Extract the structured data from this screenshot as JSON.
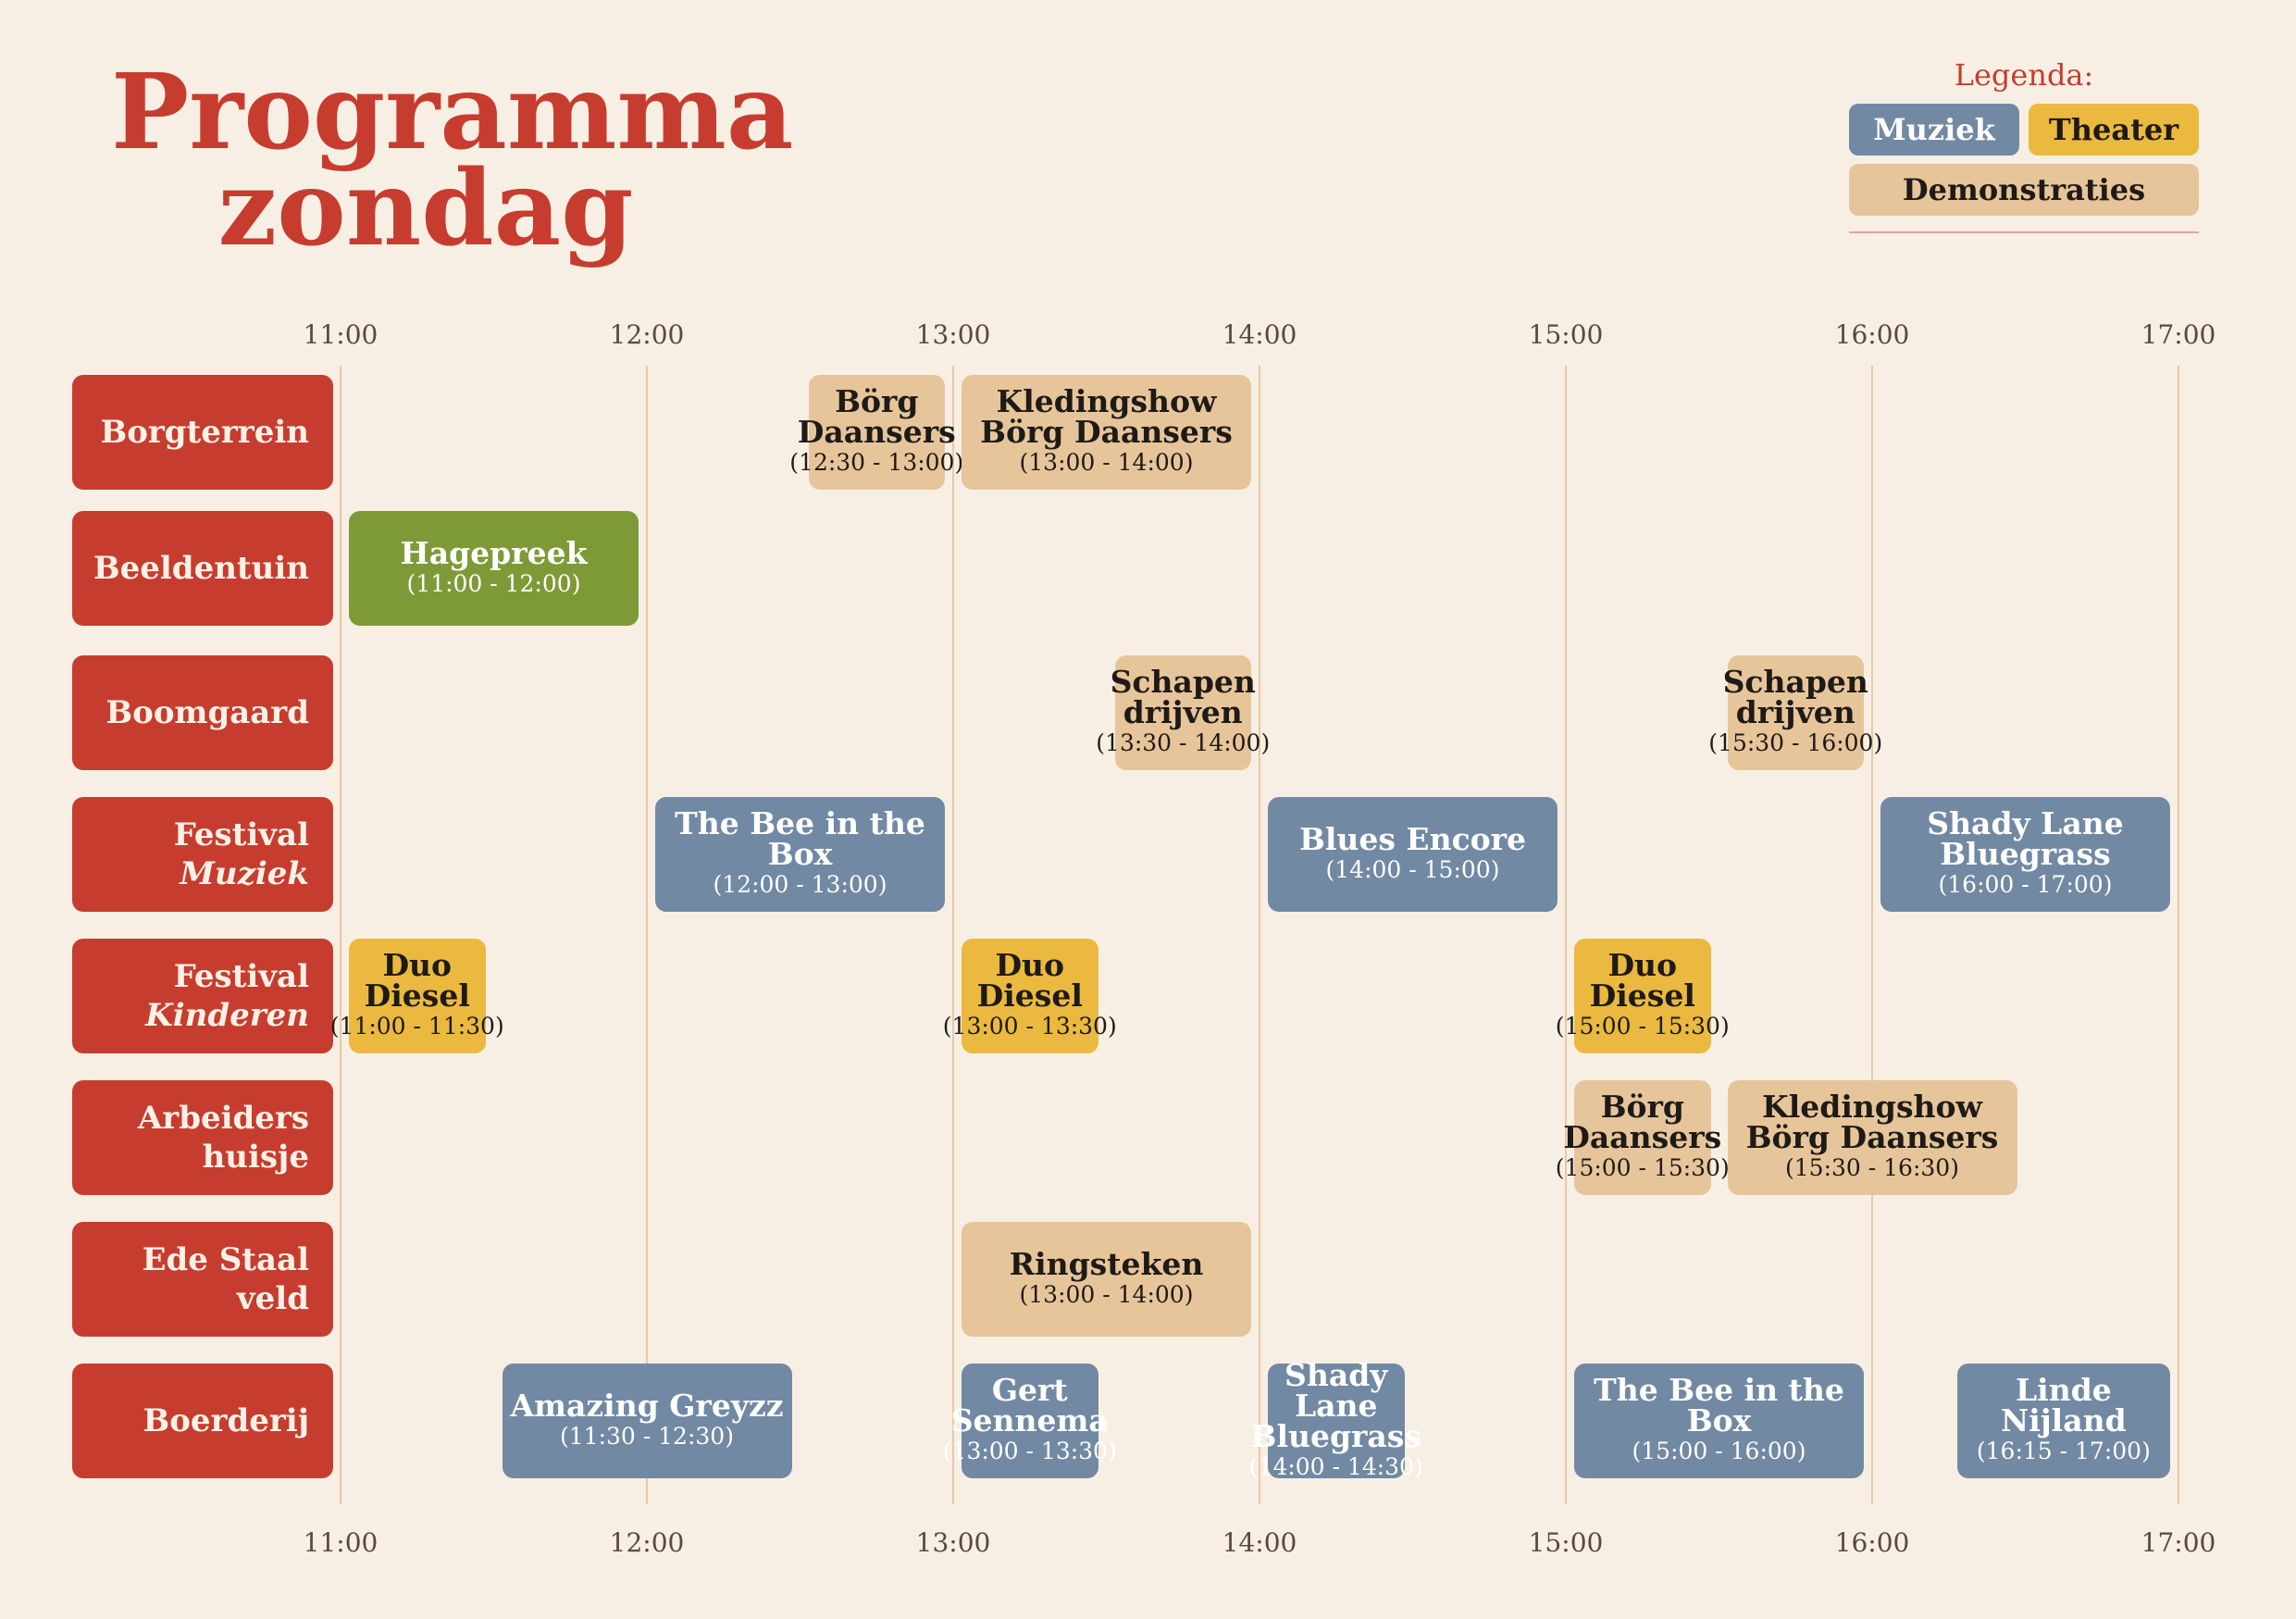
{
  "title": {
    "line1": "Programma",
    "line2": "zondag"
  },
  "legend": {
    "title": "Legenda:",
    "items": [
      {
        "label": "Muziek",
        "color": "#7289a3"
      },
      {
        "label": "Theater",
        "color": "#ebb93f"
      },
      {
        "label": "Demonstraties",
        "color": "#e6c59a"
      }
    ]
  },
  "times": [
    "11:00",
    "12:00",
    "13:00",
    "14:00",
    "15:00",
    "16:00",
    "17:00"
  ],
  "locations": [
    {
      "line1": "Borgterrein"
    },
    {
      "line1": "Beeldentuin"
    },
    {
      "line1": "Boomgaard"
    },
    {
      "line1": "Festival",
      "line2": "Muziek"
    },
    {
      "line1": "Festival",
      "line2": "Kinderen"
    },
    {
      "line1": "Arbeiders",
      "line2": "huisje"
    },
    {
      "line1": "Ede Staal",
      "line2": "veld"
    },
    {
      "line1": "Boerderij"
    }
  ],
  "events": [
    {
      "row": 0,
      "start": "12:30",
      "end": "13:00",
      "category": "Demonstraties",
      "lines": [
        "Börg",
        "Daansers"
      ],
      "time": "(12:30 - 13:00)"
    },
    {
      "row": 0,
      "start": "13:00",
      "end": "14:00",
      "category": "Demonstraties",
      "lines": [
        "Kledingshow",
        "Börg Daansers"
      ],
      "time": "(13:00 - 14:00)"
    },
    {
      "row": 1,
      "start": "11:00",
      "end": "12:00",
      "category": "Overig",
      "color": "#7e9a37",
      "lines": [
        "Hagepreek"
      ],
      "time": "(11:00 - 12:00)"
    },
    {
      "row": 2,
      "start": "13:30",
      "end": "14:00",
      "category": "Demonstraties",
      "lines": [
        "Schapen",
        "drijven"
      ],
      "time": "(13:30 - 14:00)"
    },
    {
      "row": 2,
      "start": "15:30",
      "end": "16:00",
      "category": "Demonstraties",
      "lines": [
        "Schapen",
        "drijven"
      ],
      "time": "(15:30 - 16:00)"
    },
    {
      "row": 3,
      "start": "12:00",
      "end": "13:00",
      "category": "Muziek",
      "lines": [
        "The Bee in the Box"
      ],
      "time": "(12:00 - 13:00)"
    },
    {
      "row": 3,
      "start": "14:00",
      "end": "15:00",
      "category": "Muziek",
      "lines": [
        "Blues Encore"
      ],
      "time": "(14:00 - 15:00)"
    },
    {
      "row": 3,
      "start": "16:00",
      "end": "17:00",
      "category": "Muziek",
      "lines": [
        "Shady Lane",
        "Bluegrass"
      ],
      "time": "(16:00 - 17:00)"
    },
    {
      "row": 4,
      "start": "11:00",
      "end": "11:30",
      "category": "Theater",
      "lines": [
        "Duo",
        "Diesel"
      ],
      "time": "(11:00 - 11:30)"
    },
    {
      "row": 4,
      "start": "13:00",
      "end": "13:30",
      "category": "Theater",
      "lines": [
        "Duo",
        "Diesel"
      ],
      "time": "(13:00 - 13:30)"
    },
    {
      "row": 4,
      "start": "15:00",
      "end": "15:30",
      "category": "Theater",
      "lines": [
        "Duo",
        "Diesel"
      ],
      "time": "(15:00 - 15:30)"
    },
    {
      "row": 5,
      "start": "15:00",
      "end": "15:30",
      "category": "Demonstraties",
      "lines": [
        "Börg",
        "Daansers"
      ],
      "time": "(15:00 - 15:30)"
    },
    {
      "row": 5,
      "start": "15:30",
      "end": "16:30",
      "category": "Demonstraties",
      "lines": [
        "Kledingshow",
        "Börg Daansers"
      ],
      "time": "(15:30 - 16:30)"
    },
    {
      "row": 6,
      "start": "13:00",
      "end": "14:00",
      "category": "Demonstraties",
      "lines": [
        "Ringsteken"
      ],
      "time": "(13:00 - 14:00)"
    },
    {
      "row": 7,
      "start": "11:30",
      "end": "12:30",
      "category": "Muziek",
      "lines": [
        "Amazing Greyzz"
      ],
      "time": "(11:30 - 12:30)"
    },
    {
      "row": 7,
      "start": "13:00",
      "end": "13:30",
      "category": "Muziek",
      "lines": [
        "Gert",
        "Sennema"
      ],
      "time": "(13:00 - 13:30)"
    },
    {
      "row": 7,
      "start": "14:00",
      "end": "14:30",
      "category": "Muziek",
      "lines": [
        "Shady Lane",
        "Bluegrass"
      ],
      "time": "(14:00 - 14:30)"
    },
    {
      "row": 7,
      "start": "15:00",
      "end": "16:00",
      "category": "Muziek",
      "lines": [
        "The Bee in the Box"
      ],
      "time": "(15:00 - 16:00)"
    },
    {
      "row": 7,
      "start": "16:15",
      "end": "17:00",
      "category": "Muziek",
      "lines": [
        "Linde Nijland"
      ],
      "time": "(16:15 - 17:00)"
    }
  ]
}
